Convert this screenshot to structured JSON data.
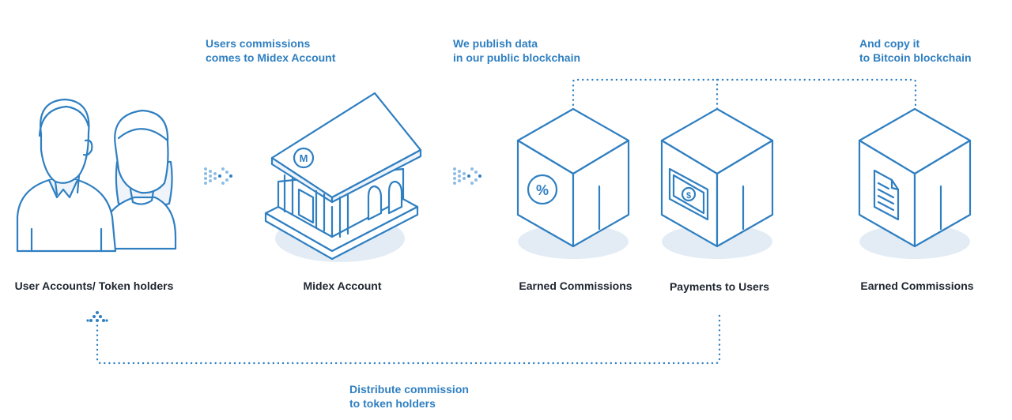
{
  "notes": {
    "users_commissions": [
      "Users commissions",
      "comes to Midex Account"
    ],
    "publish": [
      "We publish data",
      "in our public blockchain"
    ],
    "copy": [
      "And copy it",
      "to Bitcoin blockchain"
    ],
    "distribute": [
      "Distribute commission",
      "to token holders"
    ]
  },
  "labels": {
    "users": "User Accounts/ Token holders",
    "midex": "Midex Account",
    "earned1": "Earned Commissions",
    "payments": "Payments to Users",
    "earned2": "Earned Commissions"
  },
  "icons": {
    "bank_logo_letter": "M",
    "percent_symbol": "%",
    "dollar_symbol": "$"
  },
  "colors": {
    "accent": "#2f7fc1",
    "text": "#1f2630",
    "shadow": "#e3ecf5",
    "fill_light": "#eef4fa"
  }
}
